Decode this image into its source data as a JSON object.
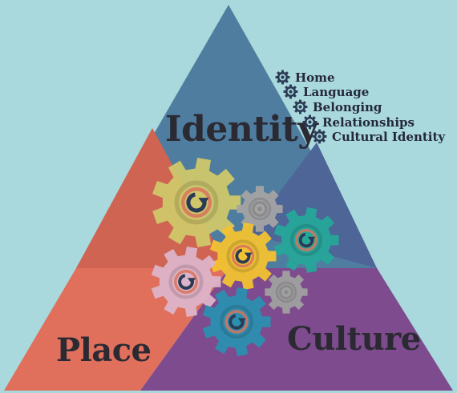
{
  "diagram": {
    "sections": [
      {
        "label": "Identity",
        "color": "#4e7a9c"
      },
      {
        "label": "Place",
        "color": "#e06c58"
      },
      {
        "label": "Culture",
        "color": "#7e4b8e"
      }
    ],
    "regions": {
      "identity_upper_color": "#4f7d9f",
      "identity_left_color": "#cf6452",
      "identity_right_color": "#4e6598",
      "place_color": "#e0705c",
      "culture_color": "#7e4b8e",
      "right_mid_color": "#6e4f93"
    },
    "legend_items": [
      {
        "label": "Home"
      },
      {
        "label": "Language"
      },
      {
        "label": "Belonging"
      },
      {
        "label": "Relationships"
      },
      {
        "label": "Cultural Identity"
      }
    ],
    "gear_colors": [
      "#cfc76a",
      "#a3a3a3",
      "#f2c232",
      "#26a79a",
      "#dcb3c8",
      "#a0a0a0",
      "#2b8fb0"
    ],
    "icon_color": "#2b3a55"
  }
}
